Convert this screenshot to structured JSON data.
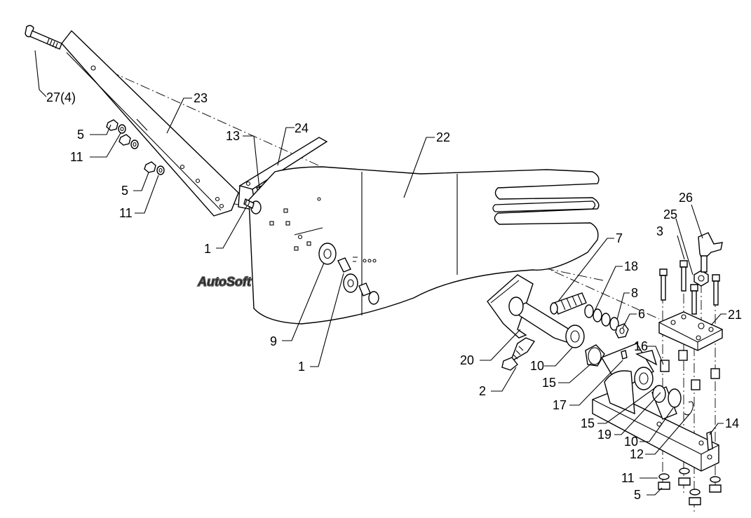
{
  "watermark": "AutoSoft",
  "callouts": [
    {
      "label": "27(4)"
    },
    {
      "label": "23"
    },
    {
      "label": "5"
    },
    {
      "label": "11"
    },
    {
      "label": "5"
    },
    {
      "label": "11"
    },
    {
      "label": "13"
    },
    {
      "label": "24"
    },
    {
      "label": "22"
    },
    {
      "label": "1"
    },
    {
      "label": "9"
    },
    {
      "label": "1"
    },
    {
      "label": "7"
    },
    {
      "label": "18"
    },
    {
      "label": "8"
    },
    {
      "label": "6"
    },
    {
      "label": "20"
    },
    {
      "label": "10"
    },
    {
      "label": "15"
    },
    {
      "label": "2"
    },
    {
      "label": "16"
    },
    {
      "label": "17"
    },
    {
      "label": "15"
    },
    {
      "label": "19"
    },
    {
      "label": "10"
    },
    {
      "label": "12"
    },
    {
      "label": "26"
    },
    {
      "label": "25"
    },
    {
      "label": "3"
    },
    {
      "label": "21"
    },
    {
      "label": "14"
    },
    {
      "label": "11"
    },
    {
      "label": "5"
    }
  ]
}
